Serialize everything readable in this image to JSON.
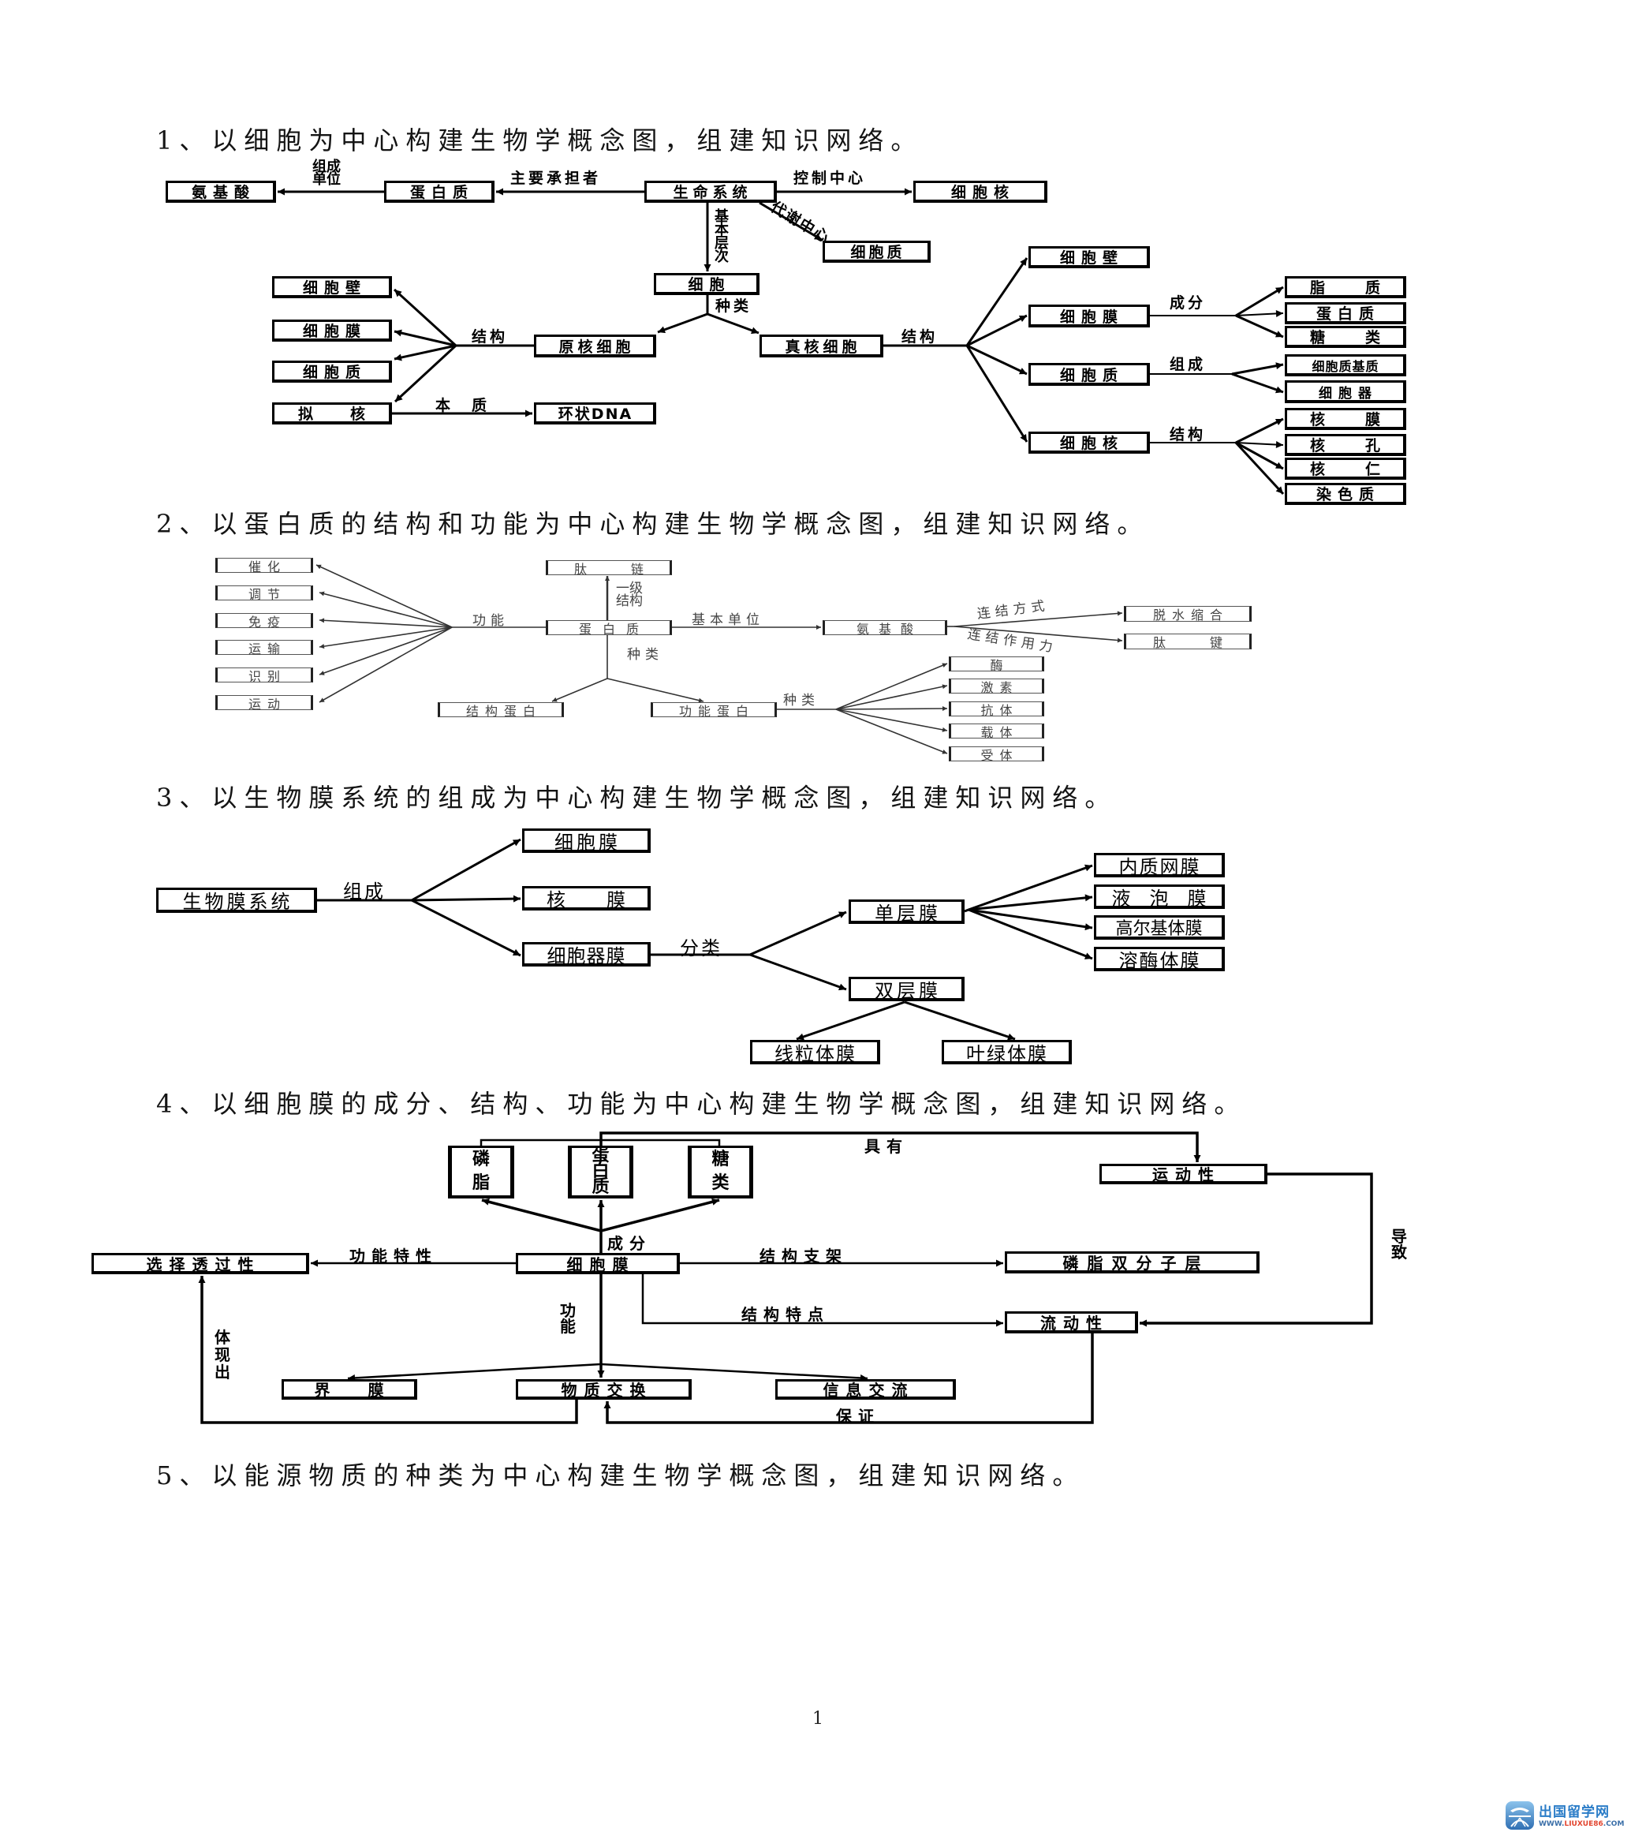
{
  "sections": [
    {
      "title": "1、以细胞为中心构建生物学概念图，组建知识网络。"
    },
    {
      "title": "2、以蛋白质的结构和功能为中心构建生物学概念图，组建知识网络。"
    },
    {
      "title": "3、以生物膜系统的组成为中心构建生物学概念图，组建知识网络。"
    },
    {
      "title": "4、以细胞膜的成分、结构、功能为中心构建生物学概念图，组建知识网络。"
    },
    {
      "title": "5、以能源物质的种类为中心构建生物学概念图，组建知识网络。"
    }
  ],
  "map1": {
    "nodes": {
      "amino_acid": "氨基酸",
      "protein": "蛋白质",
      "life_system": "生命系统",
      "nucleus_top": "细胞核",
      "cytoplasm_top": "细胞质",
      "cell": "细胞",
      "prokaryote": "原核细胞",
      "eukaryote": "真核细胞",
      "pro_wall": "细胞壁",
      "pro_membrane": "细胞膜",
      "pro_cytoplasm": "细胞质",
      "nucleoid": "拟　核",
      "circular_dna": "环状DNA",
      "eu_wall": "细胞壁",
      "eu_membrane": "细胞膜",
      "eu_cytoplasm": "细胞质",
      "eu_nucleus": "细胞核",
      "lipid": "脂　质",
      "membrane_protein": "蛋白质",
      "sugar": "糖　类",
      "cytosol": "细胞质基质",
      "organelle": "细胞器",
      "nuclear_envelope": "核　膜",
      "nuclear_pore": "核　孔",
      "nucleolus": "核　仁",
      "chromatin": "染色质"
    },
    "links": {
      "composition_unit": "组成单位",
      "main_bearer": "主要承担者",
      "control_center": "控制中心",
      "metabolic_center": "代谢中心",
      "basic_level": "基本层次",
      "types": "种类",
      "pro_structure": "结构",
      "essence": "本　质",
      "eu_structure": "结构",
      "membrane_components": "成分",
      "cytoplasm_composition": "组成",
      "nucleus_structure": "结构"
    }
  },
  "map2": {
    "nodes": {
      "catalysis": "催化",
      "regulation": "调节",
      "immunity": "免疫",
      "transport": "运输",
      "recognition": "识别",
      "movement": "运动",
      "peptide_chain": "肽　链",
      "protein": "蛋白质",
      "amino_acid": "氨基酸",
      "dehydration_condensation": "脱水缩合",
      "peptide_bond": "肽　键",
      "structural_protein": "结构蛋白",
      "functional_protein": "功能蛋白",
      "enzyme": "酶",
      "hormone": "激素",
      "antibody": "抗体",
      "carrier": "载体",
      "receptor": "受体"
    },
    "links": {
      "function": "功能",
      "primary_structure": "一级结构",
      "basic_unit": "基本单位",
      "linking_mode": "连结方式",
      "linking_force": "连结作用力",
      "types": "种类",
      "functional_types": "种类"
    }
  },
  "map3": {
    "nodes": {
      "system": "生物膜系统",
      "cell_membrane": "细胞膜",
      "nuclear_membrane": "核　膜",
      "organelle_membrane": "细胞器膜",
      "single_layer": "单层膜",
      "double_layer": "双层膜",
      "er_membrane": "内质网膜",
      "vacuole_membrane": "液　泡　膜",
      "golgi_membrane": "高尔基体膜",
      "lysosome_membrane": "溶酶体膜",
      "mitochondria_membrane": "线粒体膜",
      "chloroplast_membrane": "叶绿体膜"
    },
    "links": {
      "composition": "组成",
      "classification": "分类"
    }
  },
  "map4": {
    "nodes": {
      "phospholipid": "磷脂",
      "protein": "蛋白质",
      "sugar": "糖类",
      "motility": "运动性",
      "selective_permeability": "选择透过性",
      "cell_membrane": "细胞膜",
      "phospholipid_bilayer": "磷脂双分子层",
      "fluidity": "流动性",
      "boundary_membrane": "界　膜",
      "material_exchange": "物质交换",
      "information_exchange": "信息交流"
    },
    "links": {
      "has": "具有",
      "components": "成分",
      "functional_property": "功能特性",
      "structural_scaffold": "结构支架",
      "structural_feature": "结构特点",
      "leads_to": "导致",
      "function": "功能",
      "manifests": "体现出",
      "ensures": "保证"
    }
  },
  "page": {
    "number": "1"
  },
  "watermark": {
    "site_name": "出国留学网",
    "url_prefix": "WWW.",
    "url_brand": "LIUXUE86",
    "url_suffix": ".COM",
    "colors": {
      "brand_blue": "#2a7cc7",
      "brand_red": "#e2452f"
    }
  }
}
